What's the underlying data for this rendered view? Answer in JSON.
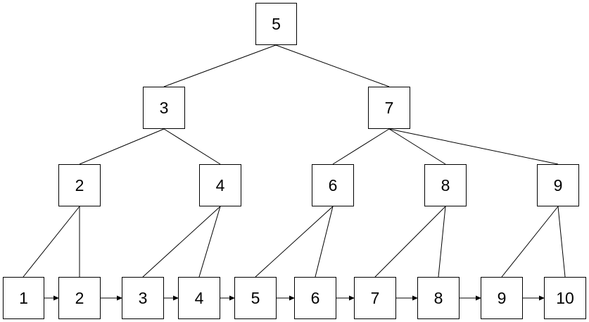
{
  "tree": {
    "root": {
      "label": "5"
    },
    "level1": [
      {
        "label": "3"
      },
      {
        "label": "7"
      }
    ],
    "level2": [
      {
        "label": "2"
      },
      {
        "label": "4"
      },
      {
        "label": "6"
      },
      {
        "label": "8"
      },
      {
        "label": "9"
      }
    ],
    "leaves": [
      {
        "label": "1"
      },
      {
        "label": "2"
      },
      {
        "label": "3"
      },
      {
        "label": "4"
      },
      {
        "label": "5"
      },
      {
        "label": "6"
      },
      {
        "label": "7"
      },
      {
        "label": "8"
      },
      {
        "label": "9"
      },
      {
        "label": "10"
      }
    ]
  },
  "colors": {
    "line": "#000000",
    "box_border": "#000000",
    "box_fill": "#ffffff",
    "text": "#000000"
  }
}
